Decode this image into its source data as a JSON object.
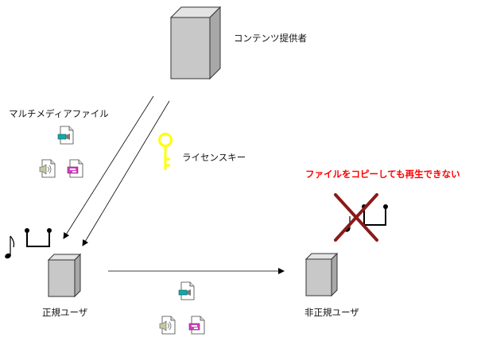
{
  "labels": {
    "provider": "コンテンツ提供者",
    "multimedia": "マルチメディアファイル",
    "license_key": "ライセンスキー",
    "legit_user": "正規ユーザ",
    "illegit_user": "非正規ユーザ",
    "warning": "ファイルをコピーしても再生できない"
  },
  "colors": {
    "warning_text": "#ff0000",
    "cross": "#8b1a1a",
    "key": "#ffff00",
    "server_front": "#c8c8c8",
    "server_top": "#e4e4e4",
    "server_side": "#a8a8a8"
  },
  "icons": {
    "file_icons": [
      "video-file-icon",
      "audio-file-icon",
      "image-file-icon"
    ],
    "key": "key-icon",
    "music": "music-note-icon",
    "cross": "prohibited-cross-icon"
  }
}
